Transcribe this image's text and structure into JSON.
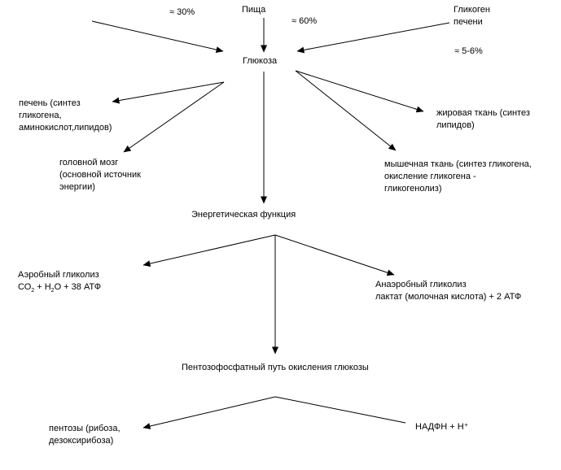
{
  "nodes": {
    "food": "Пища",
    "pct_30": "≈ 30%",
    "pct_60": "≈ 60%",
    "glycogen_1": "Гликоген",
    "glycogen_2": "печени",
    "pct_5_6": "≈ 5-6%",
    "glucose": "Глюкоза",
    "liver_1": "печень (синтез",
    "liver_2": "гликогена,",
    "liver_3": "аминокислот,липидов)",
    "brain_1": "головной мозг",
    "brain_2": "(основной источник",
    "brain_3": "энергии)",
    "fat_1": "жировая ткань (синтез",
    "fat_2": "липидов)",
    "muscle_1": "мышечная ткань (синтез гликогена,",
    "muscle_2": "окисление гликогена -",
    "muscle_3": "гликогенолиз)",
    "energy": "Энергетическая функция",
    "aerobic_1": "Аэробный гликолиз",
    "co2_a": "СО",
    "co2_sub": "2",
    "co2_b": " + Н",
    "h2o_sub": "2",
    "co2_c": "О + 38 АТФ",
    "anaerobic_1": "Анаэробный гликолиз",
    "anaerobic_2": "лактат (молочная кислота) + 2 АТФ",
    "pentose_path": "Пентозофосфатный путь окисления глюкозы",
    "pentose_1": "пентозы (рибоза,",
    "pentose_2": "дезоксирибоза)",
    "nadph": "НАДФН + Н⁺"
  },
  "colors": {
    "line": "#000000",
    "text": "#000000",
    "background": "#ffffff"
  }
}
